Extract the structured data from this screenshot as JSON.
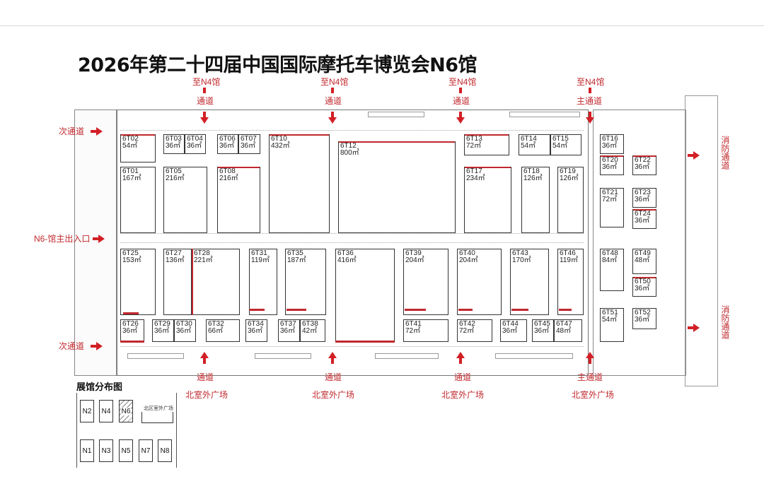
{
  "title": "2026年第二十四届中国国际摩托车博览会N6馆",
  "colors": {
    "accent": "#c0282d",
    "line": "#333333"
  },
  "top_labels": [
    {
      "lines": [
        "至N4馆",
        "通道"
      ]
    },
    {
      "lines": [
        "至N4馆",
        "通道"
      ]
    },
    {
      "lines": [
        "至N4馆",
        "通道"
      ]
    },
    {
      "lines": [
        "至N4馆",
        "主通道"
      ]
    }
  ],
  "bottom_labels": [
    {
      "lines": [
        "通道",
        "北室外广场"
      ]
    },
    {
      "lines": [
        "通道",
        "北室外广场"
      ]
    },
    {
      "lines": [
        "通道",
        "北室外广场"
      ]
    },
    {
      "lines": [
        "主通道",
        "北室外广场"
      ]
    }
  ],
  "left_labels": {
    "top": "次通道",
    "middle": "N6-馆主出入口",
    "bottom": "次通道"
  },
  "right_labels": {
    "top": "消防通道",
    "bottom": "消防通道"
  },
  "booths": [
    {
      "code": "6T02",
      "area": "54㎡"
    },
    {
      "code": "6T03",
      "area": "36㎡"
    },
    {
      "code": "6T04",
      "area": "36㎡"
    },
    {
      "code": "6T06",
      "area": "36㎡"
    },
    {
      "code": "6T07",
      "area": "36㎡"
    },
    {
      "code": "6T10",
      "area": "432㎡"
    },
    {
      "code": "6T12",
      "area": "800㎡"
    },
    {
      "code": "6T13",
      "area": "72㎡"
    },
    {
      "code": "6T14",
      "area": "54㎡"
    },
    {
      "code": "6T15",
      "area": "54㎡"
    },
    {
      "code": "6T01",
      "area": "167㎡"
    },
    {
      "code": "6T05",
      "area": "216㎡"
    },
    {
      "code": "6T08",
      "area": "216㎡"
    },
    {
      "code": "6T17",
      "area": "234㎡"
    },
    {
      "code": "6T18",
      "area": "126㎡"
    },
    {
      "code": "6T19",
      "area": "126㎡"
    },
    {
      "code": "6T16",
      "area": "36㎡"
    },
    {
      "code": "6T20",
      "area": "36㎡"
    },
    {
      "code": "6T22",
      "area": "36㎡"
    },
    {
      "code": "6T21",
      "area": "72㎡"
    },
    {
      "code": "6T23",
      "area": "36㎡"
    },
    {
      "code": "6T24",
      "area": "36㎡"
    },
    {
      "code": "6T25",
      "area": "153㎡"
    },
    {
      "code": "6T27",
      "area": "136㎡"
    },
    {
      "code": "6T28",
      "area": "221㎡"
    },
    {
      "code": "6T31",
      "area": "119㎡"
    },
    {
      "code": "6T35",
      "area": "187㎡"
    },
    {
      "code": "6T36",
      "area": "416㎡"
    },
    {
      "code": "6T39",
      "area": "204㎡"
    },
    {
      "code": "6T40",
      "area": "204㎡"
    },
    {
      "code": "6T43",
      "area": "170㎡"
    },
    {
      "code": "6T46",
      "area": "119㎡"
    },
    {
      "code": "6T48",
      "area": "84㎡"
    },
    {
      "code": "6T49",
      "area": "48㎡"
    },
    {
      "code": "6T50",
      "area": "36㎡"
    },
    {
      "code": "6T26",
      "area": "36㎡"
    },
    {
      "code": "6T29",
      "area": "36㎡"
    },
    {
      "code": "6T30",
      "area": "36㎡"
    },
    {
      "code": "6T32",
      "area": "66㎡"
    },
    {
      "code": "6T34",
      "area": "36㎡"
    },
    {
      "code": "6T37",
      "area": "36㎡"
    },
    {
      "code": "6T38",
      "area": "42㎡"
    },
    {
      "code": "6T41",
      "area": "72㎡"
    },
    {
      "code": "6T42",
      "area": "72㎡"
    },
    {
      "code": "6T44",
      "area": "36㎡"
    },
    {
      "code": "6T45",
      "area": "36㎡"
    },
    {
      "code": "6T47",
      "area": "48㎡"
    },
    {
      "code": "6T51",
      "area": "54㎡"
    },
    {
      "code": "6T52",
      "area": "36㎡"
    }
  ],
  "legend": {
    "title": "展馆分布图",
    "halls_top": [
      "N2",
      "N4",
      "N6"
    ],
    "halls_bottom": [
      "N1",
      "N3",
      "N5",
      "N7",
      "N8"
    ],
    "note": "北区室外广场"
  }
}
